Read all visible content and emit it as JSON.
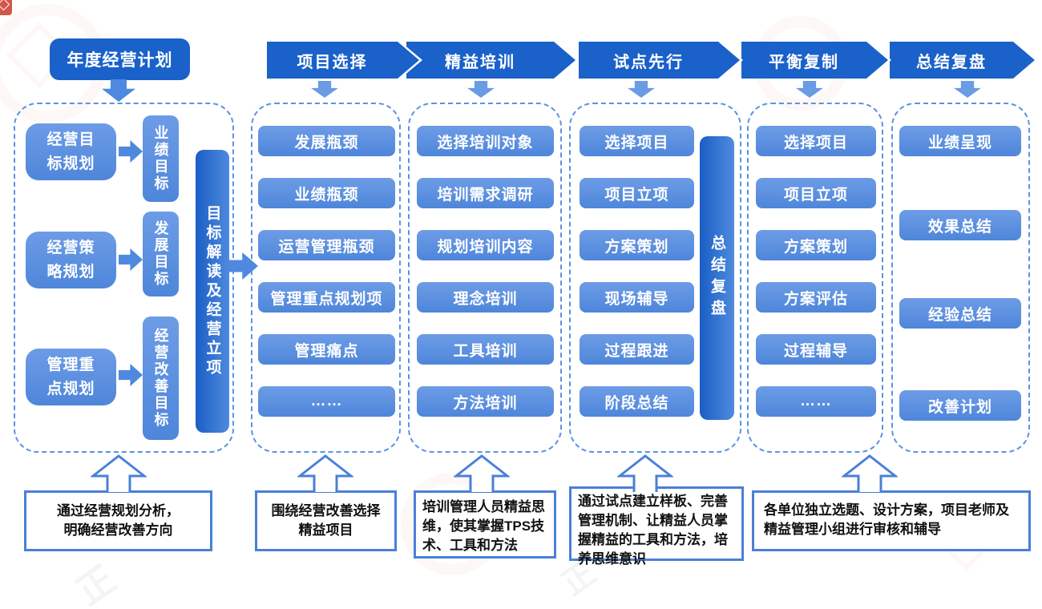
{
  "annual_plan": {
    "label": "年度经营计划"
  },
  "phases": [
    {
      "label": "项目选择"
    },
    {
      "label": "精益培训"
    },
    {
      "label": "试点先行"
    },
    {
      "label": "平衡复制"
    },
    {
      "label": "总结复盘"
    }
  ],
  "planning": {
    "rows": [
      {
        "source": "经营目\n标规划",
        "target": "业绩目标"
      },
      {
        "source": "经营策\n略规划",
        "target": "发展目标"
      },
      {
        "source": "管理重\n点规划",
        "target": "经营改善目标"
      }
    ],
    "sidebar": "目标解读及经营立项",
    "note": "通过经营规划分析，\n明确经营改善方向"
  },
  "columns": [
    {
      "items": [
        "发展瓶颈",
        "业绩瓶颈",
        "运营管理瓶颈",
        "管理重点规划项",
        "管理痛点",
        "……"
      ],
      "note": "围绕经营改善选择\n精益项目"
    },
    {
      "items": [
        "选择培训对象",
        "培训需求调研",
        "规划培训内容",
        "理念培训",
        "工具培训",
        "方法培训"
      ],
      "note": "培训管理人员精益思\n维，使其掌握TPS技\n术、工具和方法"
    },
    {
      "items": [
        "选择项目",
        "项目立项",
        "方案策划",
        "现场辅导",
        "过程跟进",
        "阶段总结"
      ],
      "sidebar": "总结复盘",
      "note": "通过试点建立样板、完善\n管理机制、让精益人员掌\n握精益的工具和方法，培\n养思维意识"
    },
    {
      "items": [
        "选择项目",
        "项目立项",
        "方案策划",
        "方案评估",
        "过程辅导",
        "……"
      ],
      "note": "各单位独立选题、设计方案，项目老师及\n精益管理小组进行审核和辅导"
    },
    {
      "items": [
        "业绩呈现",
        "效果总结",
        "经验总结",
        "改善计划"
      ]
    }
  ],
  "colors": {
    "primary_blue": "#1a61c9",
    "item_blue_top": "#6d9ce6",
    "item_blue_bottom": "#4e86da",
    "arrow_blue": "#4e89df",
    "dashed_border": "#5b93e4",
    "note_border": "#4a80d8",
    "watermark_red": "#d04a3c"
  }
}
